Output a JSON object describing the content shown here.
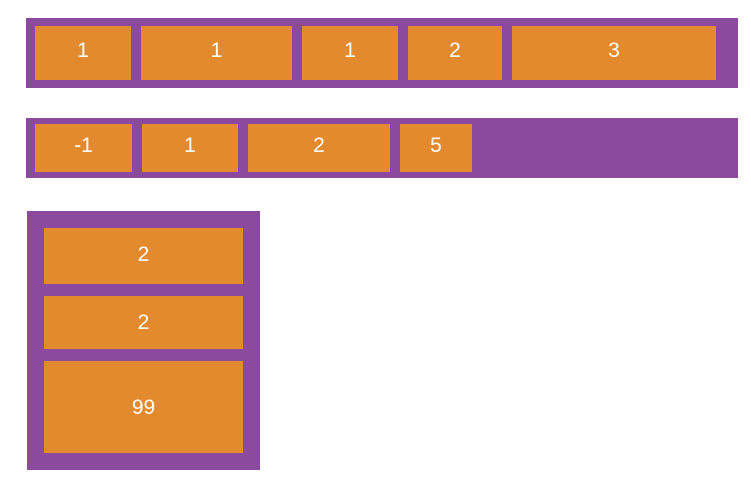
{
  "theme": {
    "background": "#ffffff",
    "container_color": "#8B4A9E",
    "item_color": "#E28A2D",
    "item_text_color": "#ffffff"
  },
  "diagram": {
    "type": "flex-layout-illustration",
    "containers": [
      {
        "name": "row-1",
        "direction": "row",
        "fills_width": true,
        "items": [
          {
            "label": "1"
          },
          {
            "label": "1"
          },
          {
            "label": "1"
          },
          {
            "label": "2"
          },
          {
            "label": "3"
          }
        ]
      },
      {
        "name": "row-2",
        "direction": "row",
        "fills_width": false,
        "items": [
          {
            "label": "-1"
          },
          {
            "label": "1"
          },
          {
            "label": "2"
          },
          {
            "label": "5"
          }
        ]
      },
      {
        "name": "column-1",
        "direction": "column",
        "fills_width": false,
        "items": [
          {
            "label": "2"
          },
          {
            "label": "2"
          },
          {
            "label": "99"
          }
        ]
      }
    ]
  }
}
